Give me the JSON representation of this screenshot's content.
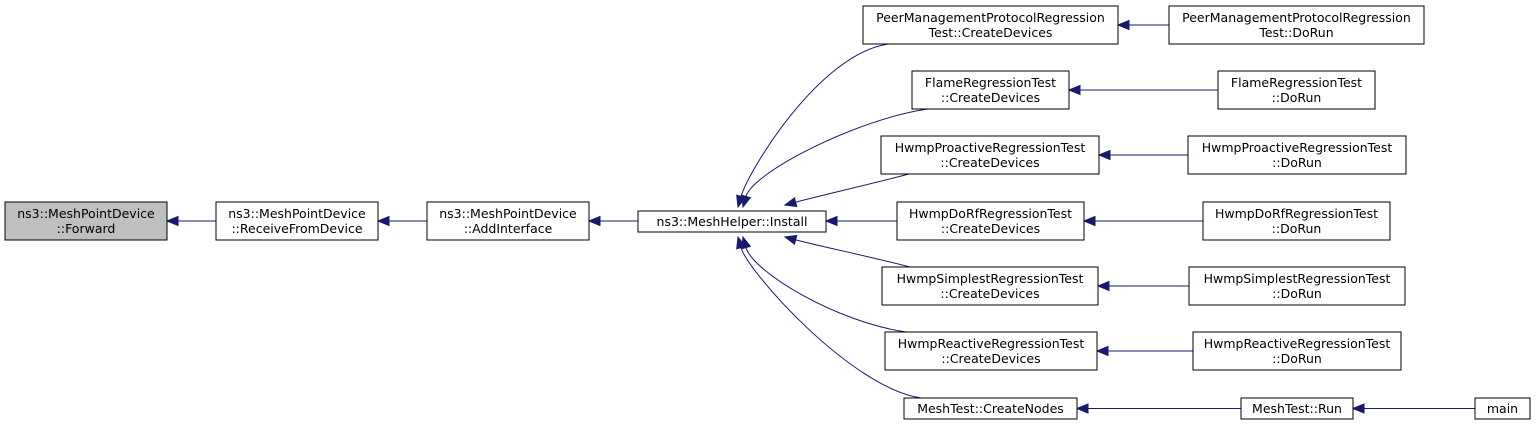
{
  "graph": {
    "edge_color": "#191970",
    "focus_fill": "#bfbfbf",
    "nodes": [
      {
        "id": "forward",
        "lines": [
          "ns3::MeshPointDevice",
          "::Forward"
        ],
        "focus": true
      },
      {
        "id": "receive",
        "lines": [
          "ns3::MeshPointDevice",
          "::ReceiveFromDevice"
        ]
      },
      {
        "id": "addif",
        "lines": [
          "ns3::MeshPointDevice",
          "::AddInterface"
        ]
      },
      {
        "id": "install",
        "lines": [
          "ns3::MeshHelper::Install"
        ]
      },
      {
        "id": "pmp_cd",
        "lines": [
          "PeerManagementProtocolRegression",
          "Test::CreateDevices"
        ]
      },
      {
        "id": "flame_cd",
        "lines": [
          "FlameRegressionTest",
          "::CreateDevices"
        ]
      },
      {
        "id": "hpro_cd",
        "lines": [
          "HwmpProactiveRegressionTest",
          "::CreateDevices"
        ]
      },
      {
        "id": "hdorf_cd",
        "lines": [
          "HwmpDoRfRegressionTest",
          "::CreateDevices"
        ]
      },
      {
        "id": "hsimp_cd",
        "lines": [
          "HwmpSimplestRegressionTest",
          "::CreateDevices"
        ]
      },
      {
        "id": "hreac_cd",
        "lines": [
          "HwmpReactiveRegressionTest",
          "::CreateDevices"
        ]
      },
      {
        "id": "mt_cn",
        "lines": [
          "MeshTest::CreateNodes"
        ]
      },
      {
        "id": "pmp_run",
        "lines": [
          "PeerManagementProtocolRegression",
          "Test::DoRun"
        ]
      },
      {
        "id": "flame_run",
        "lines": [
          "FlameRegressionTest",
          "::DoRun"
        ]
      },
      {
        "id": "hpro_run",
        "lines": [
          "HwmpProactiveRegressionTest",
          "::DoRun"
        ]
      },
      {
        "id": "hdorf_run",
        "lines": [
          "HwmpDoRfRegressionTest",
          "::DoRun"
        ]
      },
      {
        "id": "hsimp_run",
        "lines": [
          "HwmpSimplestRegressionTest",
          "::DoRun"
        ]
      },
      {
        "id": "hreac_run",
        "lines": [
          "HwmpReactiveRegressionTest",
          "::DoRun"
        ]
      },
      {
        "id": "mt_run",
        "lines": [
          "MeshTest::Run"
        ]
      },
      {
        "id": "main",
        "lines": [
          "main"
        ]
      }
    ],
    "edges": [
      {
        "from": "receive",
        "to": "forward"
      },
      {
        "from": "addif",
        "to": "receive"
      },
      {
        "from": "install",
        "to": "addif"
      },
      {
        "from": "pmp_cd",
        "to": "install"
      },
      {
        "from": "flame_cd",
        "to": "install"
      },
      {
        "from": "hpro_cd",
        "to": "install"
      },
      {
        "from": "hdorf_cd",
        "to": "install"
      },
      {
        "from": "hsimp_cd",
        "to": "install"
      },
      {
        "from": "hreac_cd",
        "to": "install"
      },
      {
        "from": "mt_cn",
        "to": "install"
      },
      {
        "from": "pmp_run",
        "to": "pmp_cd"
      },
      {
        "from": "flame_run",
        "to": "flame_cd"
      },
      {
        "from": "hpro_run",
        "to": "hpro_cd"
      },
      {
        "from": "hdorf_run",
        "to": "hdorf_cd"
      },
      {
        "from": "hsimp_run",
        "to": "hsimp_cd"
      },
      {
        "from": "hreac_run",
        "to": "hreac_cd"
      },
      {
        "from": "mt_run",
        "to": "mt_cn"
      },
      {
        "from": "main",
        "to": "mt_run"
      }
    ]
  }
}
